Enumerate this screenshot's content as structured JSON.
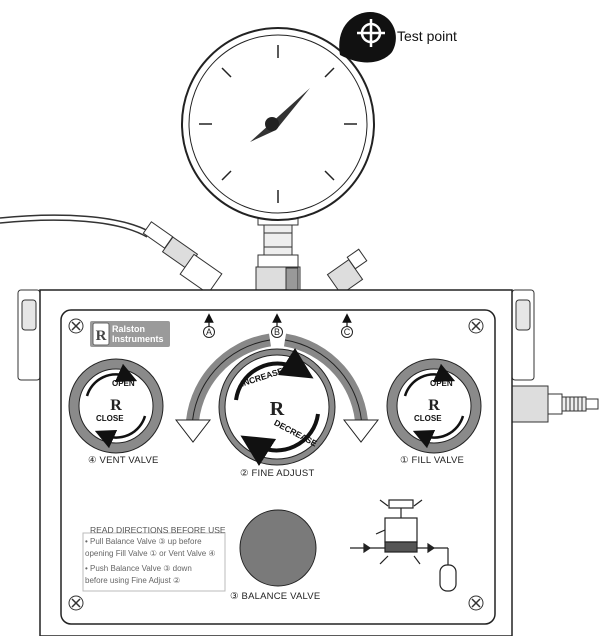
{
  "callout": {
    "label": "Test point",
    "icon": "crosshair-icon"
  },
  "brand": {
    "line1": "Ralston",
    "line2": "Instruments",
    "logo_letter": "R"
  },
  "ports": [
    "A",
    "B",
    "C"
  ],
  "valves": {
    "vent": {
      "caption": "④ VENT VALVE",
      "open": "OPEN",
      "close": "CLOSE"
    },
    "fine": {
      "caption": "② FINE ADJUST",
      "increase": "INCREASE",
      "decrease": "DECREASE"
    },
    "fill": {
      "caption": "① FILL VALVE",
      "open": "OPEN",
      "close": "CLOSE"
    },
    "balance": {
      "caption": "③ BALANCE VALVE"
    }
  },
  "instructions": {
    "title": "READ DIRECTIONS BEFORE USE",
    "lines": [
      "• Pull Balance Valve ③ up before",
      "opening Fill Valve ① or Vent Valve ④",
      "• Push Balance Valve ③ down",
      "before using Fine Adjust ②"
    ]
  },
  "colors": {
    "knob_ring": "#8a8a8a",
    "balance_knob": "#7a7a7a",
    "callout": "#111111",
    "brand_badge": "#9a9a9a"
  }
}
